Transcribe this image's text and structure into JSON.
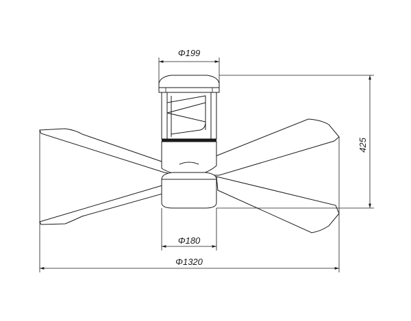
{
  "dimensions": {
    "top_diameter": "Φ199",
    "light_diameter": "Φ180",
    "span_diameter": "Φ1320",
    "height": "425"
  }
}
